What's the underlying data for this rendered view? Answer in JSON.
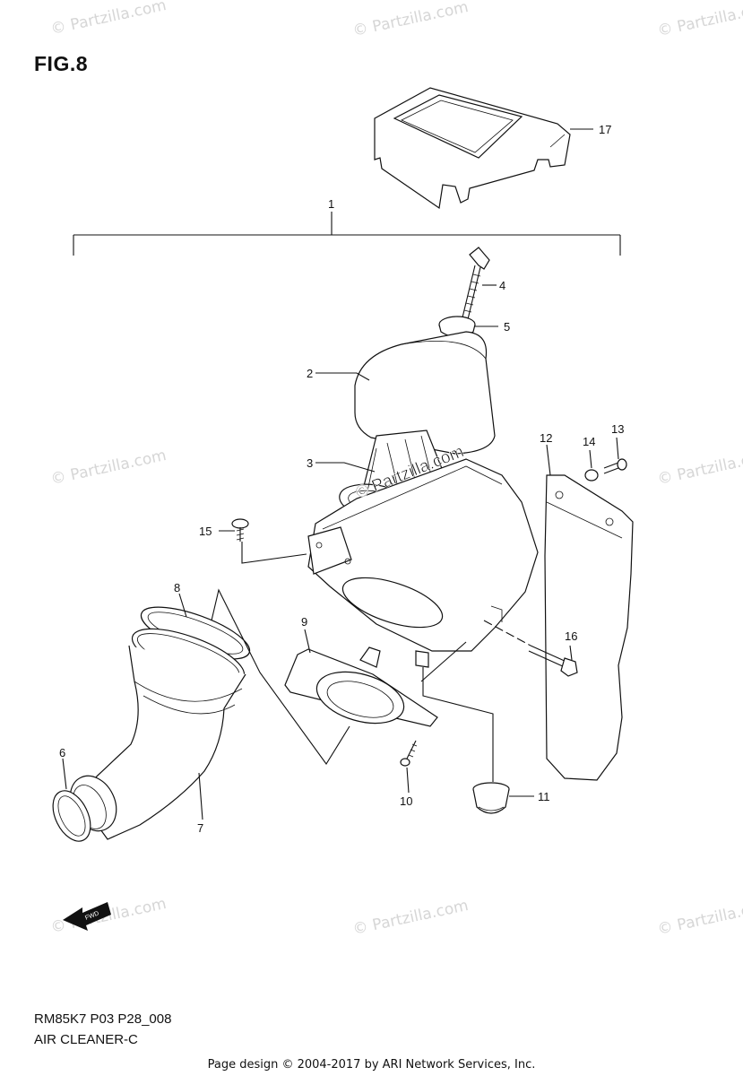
{
  "figure": {
    "label": "FIG.8",
    "code": "RM85K7 P03 P28_008",
    "section": "AIR CLEANER-C"
  },
  "footer": {
    "credit": "Page design © 2004-2017 by ARI Network Services, Inc."
  },
  "watermark": {
    "text": "© Partzilla.com",
    "overlay_text": "© Partzilla.com"
  },
  "fwd_badge": "FWD",
  "callouts": {
    "c1": "1",
    "c2": "2",
    "c3": "3",
    "c4": "4",
    "c5": "5",
    "c6": "6",
    "c7": "7",
    "c8": "8",
    "c9": "9",
    "c10": "10",
    "c11": "11",
    "c12": "12",
    "c13": "13",
    "c14": "14",
    "c15": "15",
    "c16": "16",
    "c17": "17"
  }
}
